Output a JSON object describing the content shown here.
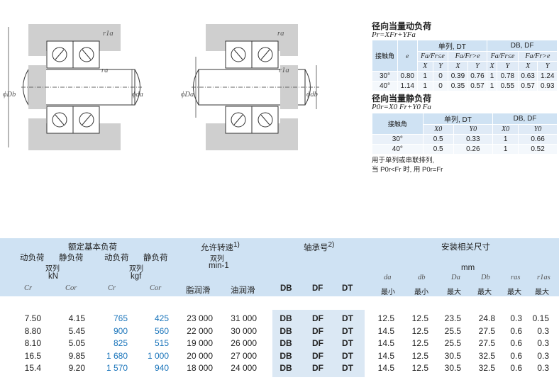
{
  "drawing": {
    "labels_left": {
      "r1a": "r1a",
      "ra": "ra",
      "Db": "ϕDb",
      "da": "ϕda"
    },
    "labels_right": {
      "ra": "ra",
      "r1a": "r1a",
      "Da": "ϕDa",
      "db": "ϕdb"
    }
  },
  "dynamic": {
    "title": "径向当量动负荷",
    "formula": "Pr=XFr+YFa",
    "col_single": "单列, DT",
    "col_double": "DB, DF",
    "angle_label": "接触角",
    "e_label": "e",
    "cond_le": "Fa/Fr≤e",
    "cond_gt": "Fa/Fr>e",
    "x": "X",
    "y": "Y",
    "rows": [
      {
        "angle": "30°",
        "e": "0.80",
        "v": [
          "1",
          "0",
          "0.39",
          "0.76",
          "1",
          "0.78",
          "0.63",
          "1.24"
        ]
      },
      {
        "angle": "40°",
        "e": "1.14",
        "v": [
          "1",
          "0",
          "0.35",
          "0.57",
          "1",
          "0.55",
          "0.57",
          "0.93"
        ]
      }
    ]
  },
  "static": {
    "title": "径向当量静负荷",
    "formula": "P0r=X0 Fr+Y0 Fa",
    "col_single": "单列, DT",
    "col_double": "DB, DF",
    "angle_label": "接触角",
    "x0": "X0",
    "y0": "Y0",
    "rows": [
      {
        "angle": "30°",
        "v": [
          "0.5",
          "0.33",
          "1",
          "0.66"
        ]
      },
      {
        "angle": "40°",
        "v": [
          "0.5",
          "0.26",
          "1",
          "0.52"
        ]
      }
    ],
    "note1": "用于单列或串联排列,",
    "note2": "当 P0r<Fr 时, 用 P0r=Fr"
  },
  "header": {
    "rated_load": "额定基本负荷",
    "dyn": "动负荷",
    "stat": "静负荷",
    "double": "双列",
    "kn": "kN",
    "kgf": "kgf",
    "cr": "Cr",
    "cor": "Cor",
    "speed": "允许转速",
    "speed_note": "1)",
    "speed_double": "双列",
    "speed_unit": "min-1",
    "grease": "脂润滑",
    "oil": "油润滑",
    "bearing_no": "轴承号",
    "bearing_note": "2)",
    "db": "DB",
    "df": "DF",
    "dt": "DT",
    "mount": "安装相关尺寸",
    "mm": "mm",
    "syms": [
      "da",
      "db",
      "Da",
      "Db",
      "ras",
      "r1as"
    ],
    "quals": [
      "最小",
      "最小",
      "最大",
      "最大",
      "最大",
      "最大"
    ]
  },
  "rows": [
    [
      "7.50",
      "4.15",
      "765",
      "425",
      "23 000",
      "31 000",
      "DB",
      "DF",
      "DT",
      "12.5",
      "12.5",
      "23.5",
      "24.8",
      "0.3",
      "0.15"
    ],
    [
      "8.80",
      "5.45",
      "900",
      "560",
      "22 000",
      "30 000",
      "DB",
      "DF",
      "DT",
      "14.5",
      "12.5",
      "25.5",
      "27.5",
      "0.6",
      "0.3"
    ],
    [
      "8.10",
      "5.05",
      "825",
      "515",
      "19 000",
      "26 000",
      "DB",
      "DF",
      "DT",
      "14.5",
      "12.5",
      "25.5",
      "27.5",
      "0.6",
      "0.3"
    ],
    [
      "16.5",
      "9.85",
      "1 680",
      "1 000",
      "20 000",
      "27 000",
      "DB",
      "DF",
      "DT",
      "14.5",
      "12.5",
      "30.5",
      "32.5",
      "0.6",
      "0.3"
    ],
    [
      "15.4",
      "9.20",
      "1 570",
      "940",
      "18 000",
      "24 000",
      "DB",
      "DF",
      "DT",
      "14.5",
      "12.5",
      "30.5",
      "32.5",
      "0.6",
      "0.3"
    ]
  ]
}
